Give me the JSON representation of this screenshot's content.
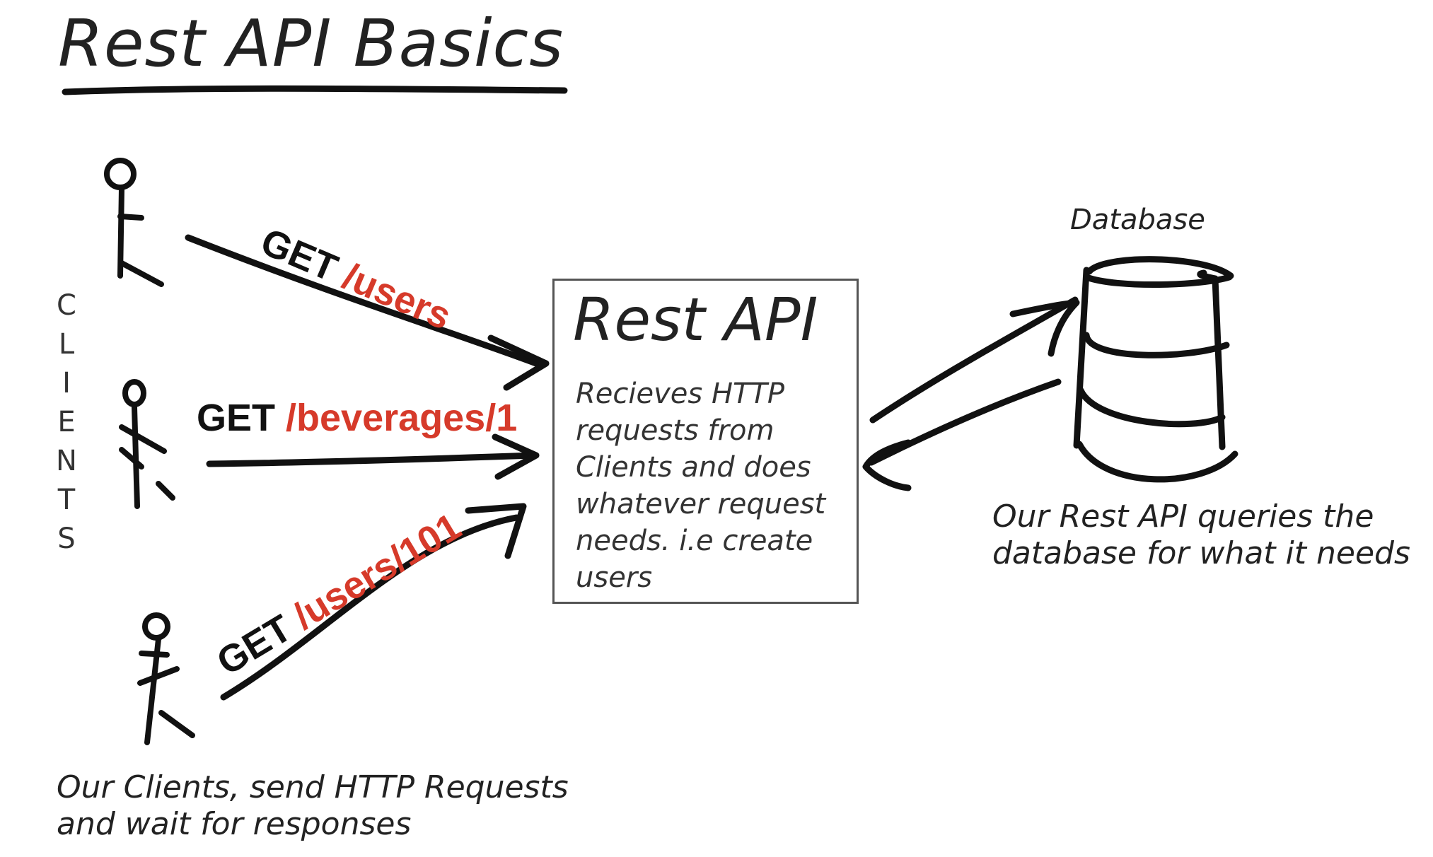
{
  "title": "Rest API Basics",
  "clients_label": "CLIENTS",
  "requests": [
    {
      "method": "GET",
      "path": "/users"
    },
    {
      "method": "GET",
      "path": "/beverages/1"
    },
    {
      "method": "GET",
      "path": "/users/101"
    }
  ],
  "api_box": {
    "title": "Rest API",
    "description": "Recieves HTTP\nrequests from\nClients and does\nwhatever request\nneeds. i.e create\nusers"
  },
  "database": {
    "label": "Database",
    "note": "Our Rest API queries the\ndatabase for what it needs"
  },
  "clients_note": "Our Clients, send HTTP Requests\nand wait for responses",
  "colors": {
    "ink": "#111111",
    "path_accent": "#d63a2a",
    "box_border": "#555555"
  }
}
